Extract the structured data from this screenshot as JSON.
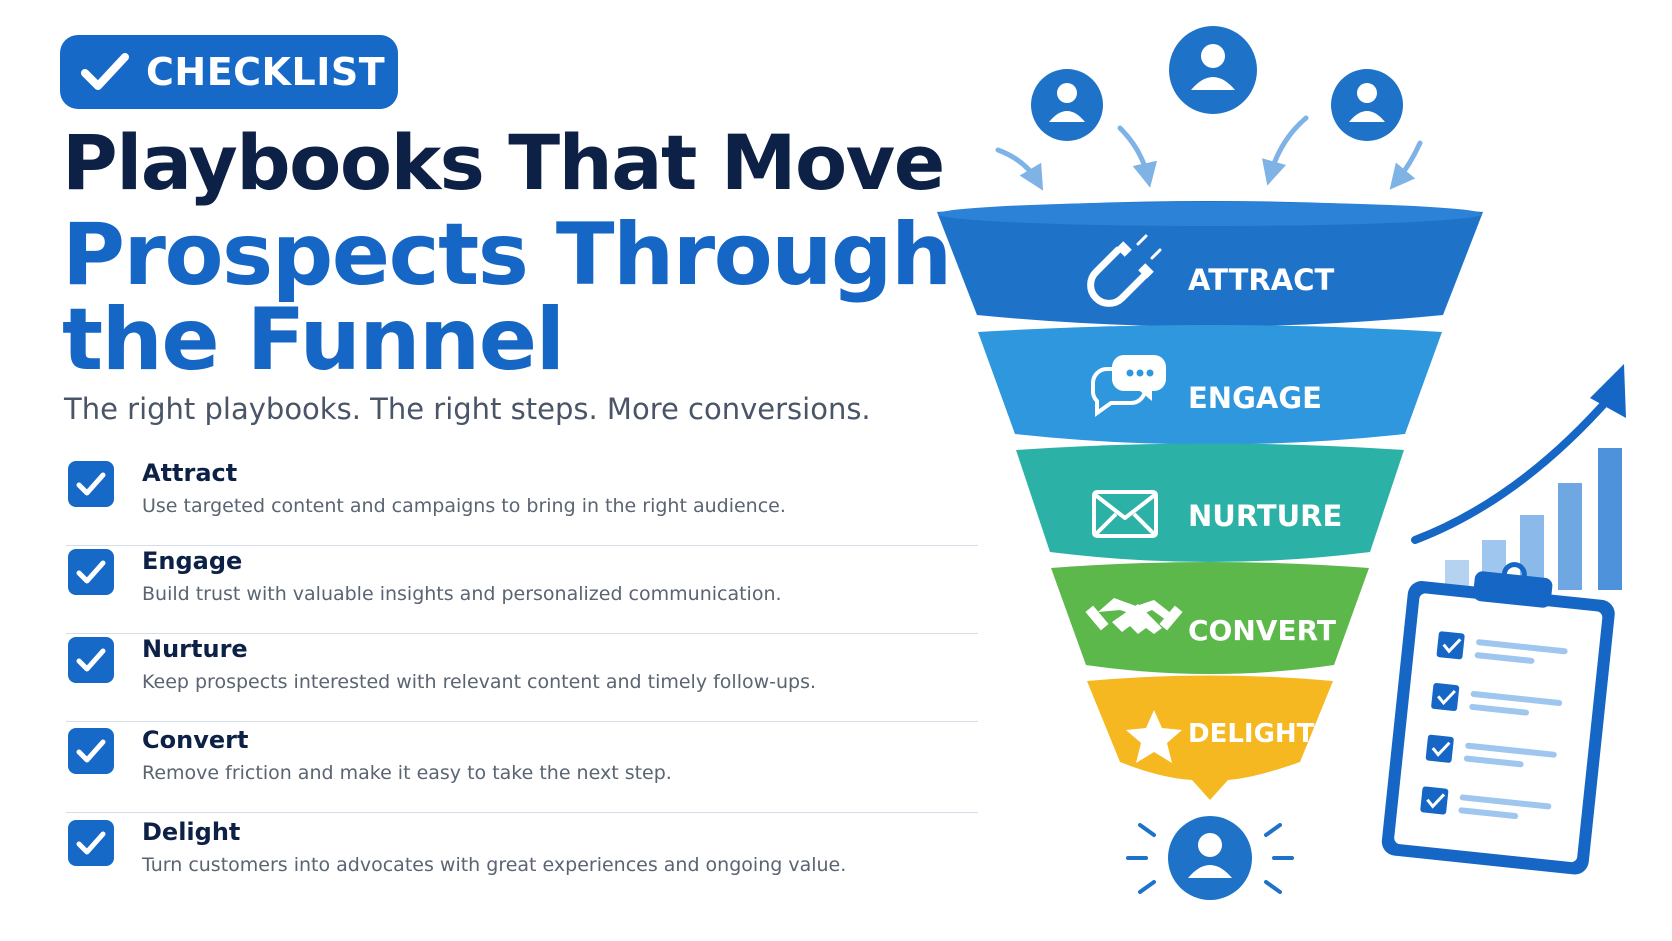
{
  "badge": {
    "label": "CHECKLIST"
  },
  "title": {
    "line1": "Playbooks That Move",
    "line2": "Prospects Through",
    "line3": "the Funnel"
  },
  "subtitle": "The right playbooks. The right steps. More conversions.",
  "checklist": [
    {
      "title": "Attract",
      "description": "Use targeted content and campaigns to bring in the right audience."
    },
    {
      "title": "Engage",
      "description": "Build trust with valuable insights and personalized communication."
    },
    {
      "title": "Nurture",
      "description": "Keep prospects interested with relevant content and timely follow-ups."
    },
    {
      "title": "Convert",
      "description": "Remove friction and make it easy to take the next step."
    },
    {
      "title": "Delight",
      "description": "Turn customers into advocates with great experiences and ongoing value."
    }
  ],
  "funnel": {
    "stages": [
      {
        "label": "ATTRACT",
        "icon": "magnet-icon",
        "color": "#1e73c9"
      },
      {
        "label": "ENGAGE",
        "icon": "chat-bubbles-icon",
        "color": "#2f97dd"
      },
      {
        "label": "NURTURE",
        "icon": "envelope-icon",
        "color": "#2bb1a6"
      },
      {
        "label": "CONVERT",
        "icon": "handshake-icon",
        "color": "#5cb84a"
      },
      {
        "label": "DELIGHT",
        "icon": "star-icon",
        "color": "#f5b820"
      }
    ]
  },
  "colors": {
    "primary_blue": "#1769c7",
    "navy": "#0d2147",
    "text_gray": "#4a5568"
  }
}
